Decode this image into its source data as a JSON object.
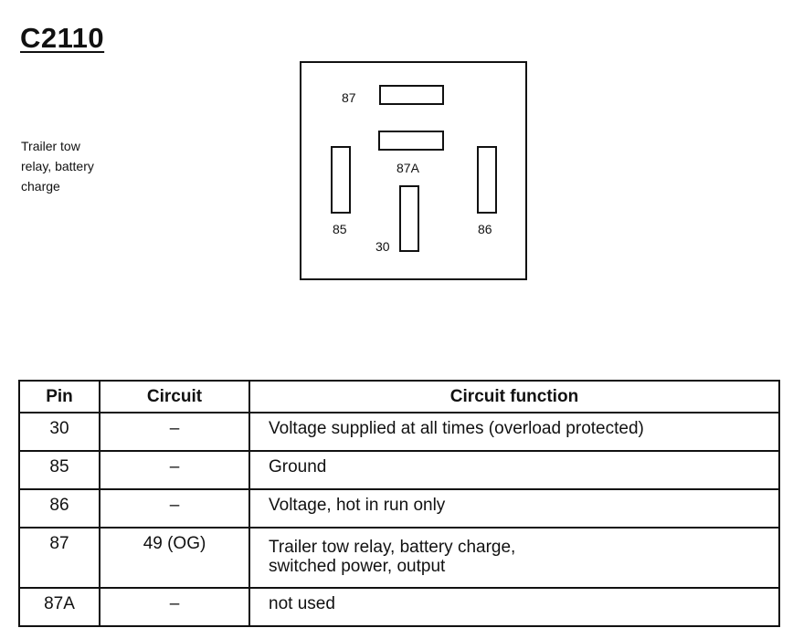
{
  "connector": {
    "id": "C2110",
    "description_lines": [
      "Trailer tow",
      "relay, battery",
      "charge"
    ]
  },
  "diagram": {
    "pins": [
      {
        "label": "87",
        "orientation": "horizontal"
      },
      {
        "label": "87A",
        "orientation": "horizontal"
      },
      {
        "label": "85",
        "orientation": "vertical"
      },
      {
        "label": "86",
        "orientation": "vertical"
      },
      {
        "label": "30",
        "orientation": "vertical"
      }
    ]
  },
  "table": {
    "headers": {
      "pin": "Pin",
      "circuit": "Circuit",
      "function": "Circuit function"
    },
    "rows": [
      {
        "pin": "30",
        "circuit": "–",
        "function_lines": [
          "Voltage supplied at all times (overload protected)"
        ]
      },
      {
        "pin": "85",
        "circuit": "–",
        "function_lines": [
          "Ground"
        ]
      },
      {
        "pin": "86",
        "circuit": "–",
        "function_lines": [
          "Voltage, hot in run only"
        ]
      },
      {
        "pin": "87",
        "circuit": "49 (OG)",
        "function_lines": [
          "Trailer tow relay, battery charge,",
          "switched power, output"
        ]
      },
      {
        "pin": "87A",
        "circuit": "–",
        "function_lines": [
          "not used"
        ]
      }
    ]
  }
}
